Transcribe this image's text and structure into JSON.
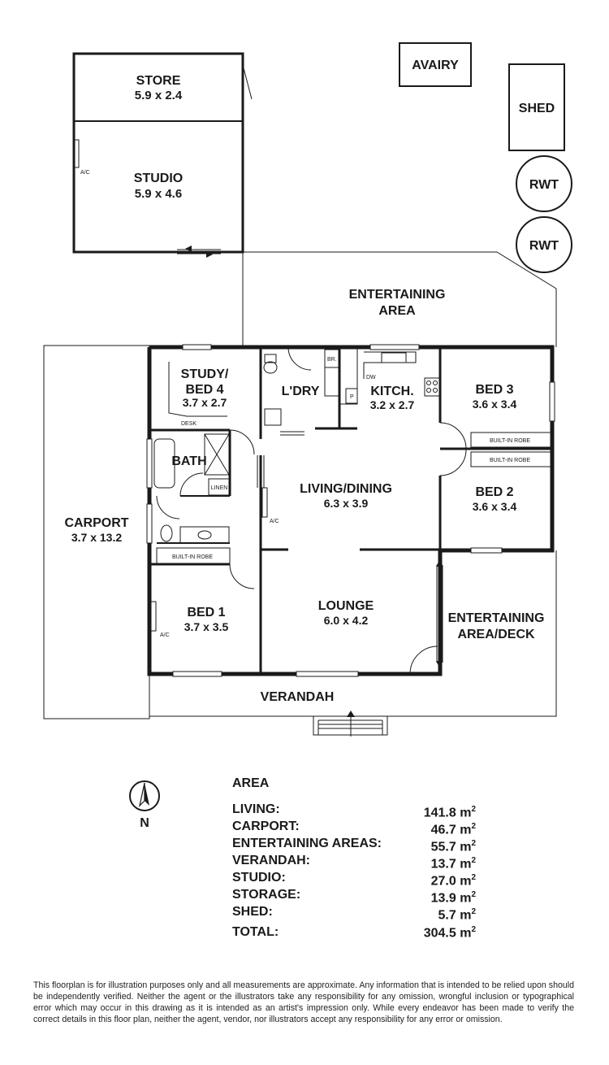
{
  "rooms": {
    "store": {
      "name": "STORE",
      "size": "5.9 x 2.4"
    },
    "studio": {
      "name": "STUDIO",
      "size": "5.9 x 4.6"
    },
    "avairy": {
      "name": "AVAIRY"
    },
    "shed": {
      "name": "SHED"
    },
    "rwt1": {
      "name": "RWT"
    },
    "rwt2": {
      "name": "RWT"
    },
    "entertaining_area": {
      "line1": "ENTERTAINING",
      "line2": "AREA"
    },
    "study": {
      "line1": "STUDY/",
      "line2": "BED 4",
      "size": "3.7 x 2.7"
    },
    "laundry": {
      "name": "L'DRY"
    },
    "kitchen": {
      "name": "KITCH.",
      "size": "3.2 x 2.7"
    },
    "bed3": {
      "name": "BED 3",
      "size": "3.6 x 3.4"
    },
    "bath": {
      "name": "BATH"
    },
    "living_dining": {
      "name": "LIVING/DINING",
      "size": "6.3 x 3.9"
    },
    "bed2": {
      "name": "BED 2",
      "size": "3.6 x 3.4"
    },
    "carport": {
      "name": "CARPORT",
      "size": "3.7 x 13.2"
    },
    "bed1": {
      "name": "BED 1",
      "size": "3.7 x 3.5"
    },
    "lounge": {
      "name": "LOUNGE",
      "size": "6.0 x 4.2"
    },
    "deck": {
      "line1": "ENTERTAINING",
      "line2": "AREA/DECK"
    },
    "verandah": {
      "name": "VERANDAH"
    }
  },
  "small_labels": {
    "ac_studio": "A/C",
    "ac_living": "A/C",
    "ac_bed1": "A/C",
    "desk": "DESK",
    "linen": "LINEN",
    "br": "BR.",
    "dw": "DW",
    "p": "P",
    "robe_bed1": "BUILT-IN ROBE",
    "robe_bed3": "BUILT-IN ROBE",
    "robe_bed2": "BUILT-IN ROBE"
  },
  "compass": {
    "label": "N"
  },
  "area": {
    "title": "AREA",
    "rows": [
      {
        "label": "LIVING:",
        "value": "141.8 m",
        "unit_sup": "2"
      },
      {
        "label": "CARPORT:",
        "value": "46.7 m",
        "unit_sup": "2"
      },
      {
        "label": "ENTERTAINING AREAS:",
        "value": "55.7 m",
        "unit_sup": "2"
      },
      {
        "label": "VERANDAH:",
        "value": "13.7 m",
        "unit_sup": "2"
      },
      {
        "label": "STUDIO:",
        "value": "27.0 m",
        "unit_sup": "2"
      },
      {
        "label": "STORAGE:",
        "value": "13.9 m",
        "unit_sup": "2"
      },
      {
        "label": "SHED:",
        "value": "5.7 m",
        "unit_sup": "2"
      }
    ],
    "total": {
      "label": "TOTAL:",
      "value": "304.5 m",
      "unit_sup": "2"
    }
  },
  "disclaimer": "This floorplan is for illustration purposes only and all measurements are approximate. Any information that is intended to be relied upon should be independently verified. Neither the agent or the illustrators take any responsibility for any omission, wrongful inclusion or typographical error which may occur in this drawing as it is intended as an artist's impression only. While every endeavor has been made to verify the correct details in this floor plan, neither the agent, vendor, nor illustrators accept any responsibility for any error or omission."
}
